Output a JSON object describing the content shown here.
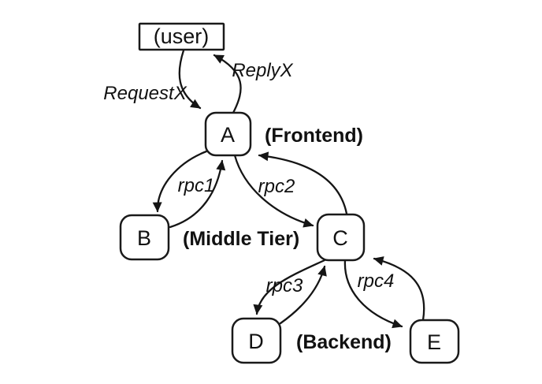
{
  "diagram": {
    "type": "rpc-call-graph",
    "colors": {
      "background": "#ffffff",
      "stroke": "#1a1a1a",
      "text": "#111111"
    },
    "nodes": {
      "user": {
        "label": "(user)",
        "shape": "rectangle"
      },
      "a": {
        "label": "A",
        "shape": "rounded-rectangle"
      },
      "b": {
        "label": "B",
        "shape": "rounded-rectangle"
      },
      "c": {
        "label": "C",
        "shape": "rounded-rectangle"
      },
      "d": {
        "label": "D",
        "shape": "rounded-rectangle"
      },
      "e": {
        "label": "E",
        "shape": "rounded-rectangle"
      }
    },
    "tier_labels": {
      "frontend": "(Frontend)",
      "middle_tier": "(Middle Tier)",
      "backend": "(Backend)"
    },
    "edges": [
      {
        "from": "(user)",
        "to": "A",
        "label": "RequestX",
        "bidirectional": false
      },
      {
        "from": "A",
        "to": "(user)",
        "label": "ReplyX",
        "bidirectional": false
      },
      {
        "from": "A",
        "to": "B",
        "label": "rpc1",
        "bidirectional": true
      },
      {
        "from": "A",
        "to": "C",
        "label": "rpc2",
        "bidirectional": true
      },
      {
        "from": "C",
        "to": "D",
        "label": "rpc3",
        "bidirectional": true
      },
      {
        "from": "C",
        "to": "E",
        "label": "rpc4",
        "bidirectional": true
      }
    ]
  }
}
